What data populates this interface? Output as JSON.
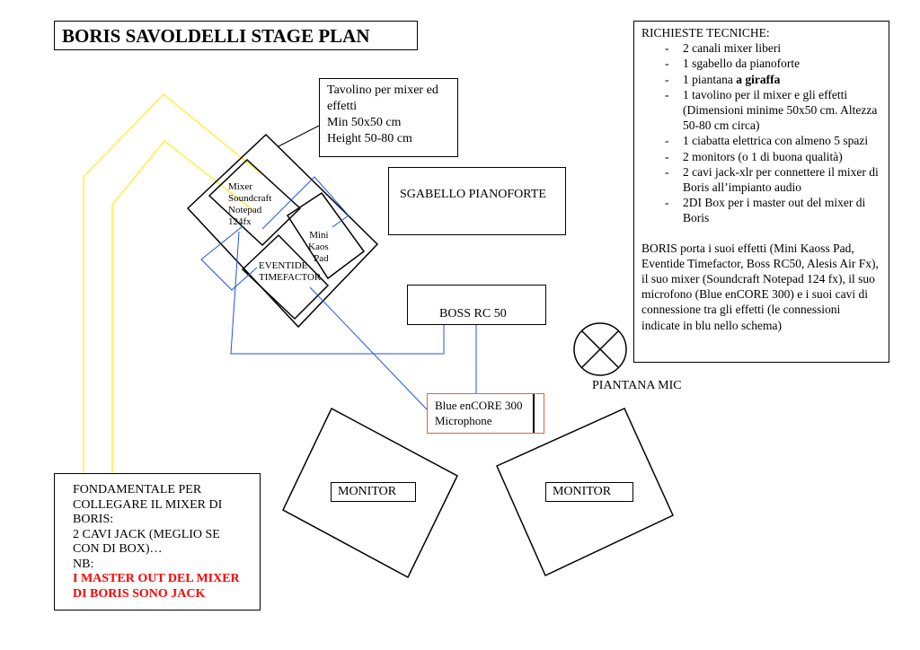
{
  "title": "BORIS SAVOLDELLI STAGE PLAN",
  "tavolino": {
    "line1": "Tavolino per mixer ed",
    "line2": "effetti",
    "line3": "Min 50x50 cm",
    "line4": "Height 50-80 cm"
  },
  "sgabello": "SGABELLO PIANOFORTE",
  "boss": "BOSS RC 50",
  "blue_mic": {
    "line1": "Blue enCORE 300",
    "line2": "Microphone"
  },
  "mixer_label": {
    "l1": "Mixer",
    "l2": "Soundcraft",
    "l3": "Notepad",
    "l4": "124fx"
  },
  "mini_label": {
    "l1": "Mini",
    "l2": "Kaos",
    "l3": "Pad"
  },
  "eventide_label": {
    "l1": "EVENTIDE",
    "l2": "TIMEFACTOR"
  },
  "monitor1": "MONITOR",
  "monitor2": "MONITOR",
  "piantana_mic": "PIANTANA MIC",
  "richieste": {
    "heading": "RICHIESTE TECNICHE:",
    "items": [
      "2 canali mixer liberi",
      "1 sgabello da pianoforte",
      "1 piantana",
      "1 tavolino per il mixer e gli effetti (Dimensioni minime 50x50 cm. Altezza 50-80 cm circa)",
      "1 ciabatta elettrica con almeno 5 spazi",
      "2 monitors (o 1 di buona qualità)",
      "2 cavi jack-xlr per connettere il mixer di Boris all’impianto audio",
      "2DI Box per i master out del mixer di Boris"
    ],
    "item3_bold": "a giraffa",
    "paragraph": "BORIS porta i suoi effetti (Mini Kaoss Pad, Eventide Timefactor, Boss RC50, Alesis Air Fx), il suo mixer (Soundcraft Notepad 124 fx), il suo microfono (Blue enCORE 300) e i suoi cavi di connessione tra gli effetti (le connessioni indicate in blu nello schema)"
  },
  "fondamentale": {
    "l1": "FONDAMENTALE PER",
    "l2": "COLLEGARE IL MIXER DI",
    "l3": "BORIS:",
    "l4": "2 CAVI JACK (MEGLIO SE",
    "l5": "CON DI BOX)…",
    "l6": "NB:",
    "red1": "I MASTER OUT DEL MIXER",
    "red2": "DI BORIS SONO JACK"
  },
  "colors": {
    "cable_yellow": "#ffee44",
    "cable_blue": "#2255dd",
    "mic_border": "#e06040",
    "warning_red": "#ff0000"
  }
}
